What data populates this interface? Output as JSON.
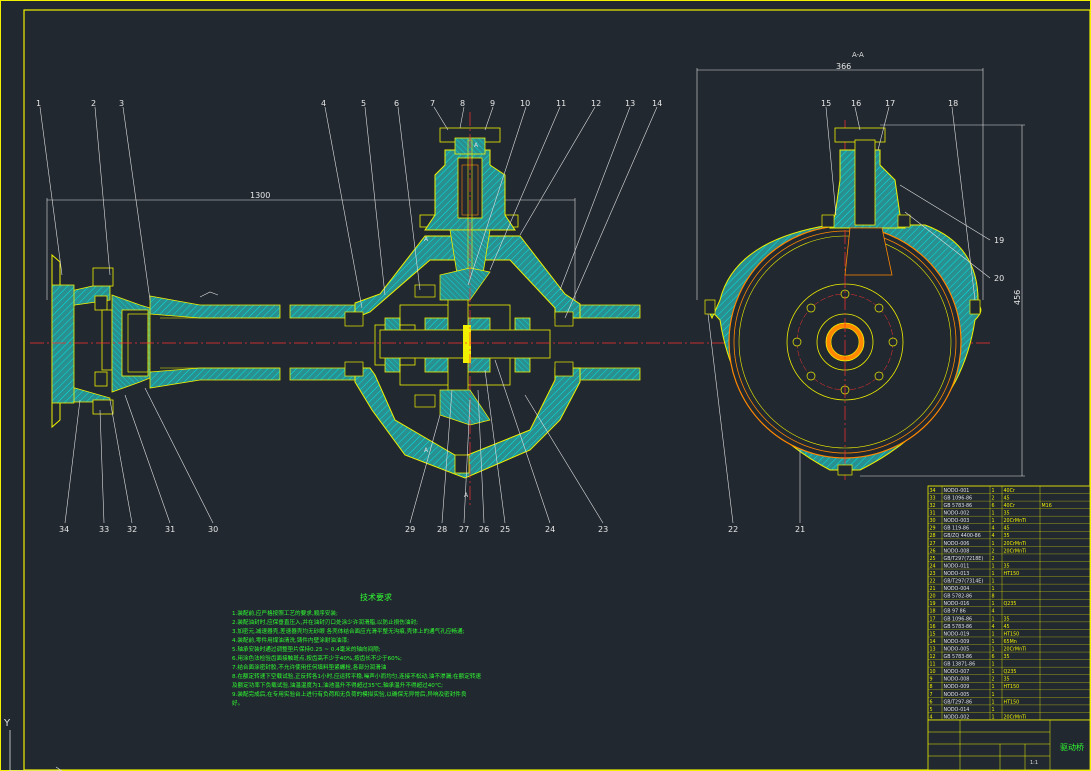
{
  "section_label": "A-A",
  "dimension_labels": {
    "top": "366",
    "length": "1300",
    "right_height": "456"
  },
  "leaders_left": [
    "1",
    "2",
    "3",
    "4",
    "5",
    "6",
    "7",
    "8",
    "9",
    "10",
    "11",
    "12",
    "13",
    "14"
  ],
  "leaders_right": [
    "15",
    "16",
    "17",
    "18"
  ],
  "leaders_bottom": [
    "34",
    "33",
    "32",
    "31",
    "30",
    "29",
    "28",
    "27",
    "26",
    "25",
    "24",
    "23"
  ],
  "leaders_misc": [
    "19",
    "20",
    "22",
    "21"
  ],
  "cut_marks": [
    "A",
    "A",
    "A",
    "A"
  ],
  "notes": {
    "heading": "技术要求",
    "lines": [
      "1.装配前,应严格按照工艺的要求,顺序安装;",
      "2.装配油封时,应保垂直压入,并在油封刃口处涂少许润滑脂,以防止损伤油封;",
      "3.加密元,减速器壳,差速器壳均无砂眼 各壳体结合面应光滑平整无沟痕,壳体上的通气孔应畅通;",
      "4.装配前,零件用煤油清洗,铸件内壁涂耐油油漆;",
      "5.轴承安装时通过调整垫片保持0.25 ~ 0.4毫米的轴向间隙;",
      "6.用涂色法检验齿面接触斑点,按齿高不少于40%,按齿长不少于60%;",
      "7.结合面涂密封胶,不允许使用任何填料垫紧螺栓,各部分润滑油",
      "8.在额定转速下空载试验,正反转各1小时,应运转平稳,噪声小而均匀,连接不松动,油不渗漏;在额定转速",
      "及额定功率下负载试验,油温温度为1,油池温升不得超过35℃,轴承温升不得超过40℃;",
      "9.装配完成后,在专用实验台上进行有负荷和无负荷的模拟实验,以确保无异常后,异响及密封件良",
      "好。"
    ]
  },
  "parts_table": {
    "rows": [
      [
        "34",
        "NODO-001",
        "1",
        "40Cr",
        ""
      ],
      [
        "33",
        "GB 1096-86",
        "2",
        "45",
        ""
      ],
      [
        "32",
        "GB 5783-86",
        "6",
        "40Cr",
        "M16"
      ],
      [
        "31",
        "NODO-002",
        "1",
        "35",
        ""
      ],
      [
        "30",
        "NODO-003",
        "1",
        "20CrMnTi",
        ""
      ],
      [
        "29",
        "GB 119-86",
        "4",
        "45",
        ""
      ],
      [
        "28",
        "GB/ZQ 4400-86",
        "4",
        "35",
        ""
      ],
      [
        "27",
        "NODO-006",
        "1",
        "20CrMnTi",
        ""
      ],
      [
        "26",
        "NODO-008",
        "2",
        "20CrMnTi",
        ""
      ],
      [
        "25",
        "GB/T297(7218E)",
        "2",
        "",
        ""
      ],
      [
        "24",
        "NODO-011",
        "1",
        "35",
        ""
      ],
      [
        "23",
        "NODO-013",
        "1",
        "HT150",
        ""
      ],
      [
        "22",
        "GB/T297(7314E)",
        "1",
        "",
        ""
      ],
      [
        "21",
        "NODO-004",
        "1",
        "",
        ""
      ],
      [
        "20",
        "GB 5782-86",
        "8",
        "",
        ""
      ],
      [
        "19",
        "NODO-016",
        "1",
        "Q235",
        ""
      ],
      [
        "18",
        "GB 97 86",
        "4",
        "",
        ""
      ],
      [
        "17",
        "GB 1096-86",
        "1",
        "35",
        ""
      ],
      [
        "16",
        "GB 5783-86",
        "4",
        "45",
        ""
      ],
      [
        "15",
        "NODO-019",
        "1",
        "HT150",
        ""
      ],
      [
        "14",
        "NODO-009",
        "1",
        "65Mn",
        ""
      ],
      [
        "13",
        "NODO-005",
        "1",
        "20CrMnTi",
        ""
      ],
      [
        "12",
        "GB 5783-86",
        "6",
        "35",
        ""
      ],
      [
        "11",
        "GB 13871-86",
        "1",
        "",
        ""
      ],
      [
        "10",
        "NODO-007",
        "1",
        "Q235",
        ""
      ],
      [
        "9",
        "NODO-008",
        "2",
        "35",
        ""
      ],
      [
        "8",
        "NODO-009",
        "1",
        "HT150",
        ""
      ],
      [
        "7",
        "NODO-005",
        "1",
        "",
        ""
      ],
      [
        "6",
        "GB/T297-86",
        "1",
        "HT150",
        ""
      ],
      [
        "5",
        "NODO-014",
        "1",
        "",
        ""
      ],
      [
        "4",
        "NODO-002",
        "1",
        "20CrMnTi",
        ""
      ]
    ],
    "title_block": {
      "title": "驱动桥",
      "scale": "1:1"
    }
  },
  "corner": {
    "y_axis": "Y"
  },
  "colors": {
    "background": "#212830",
    "outline": "#f0f000",
    "section_fill": "#2f9f9f",
    "hatch": "#00ffff",
    "centerline": "#ff3030",
    "frame": "#f0f000",
    "leader": "#e0e0e0",
    "notes": "#30ff30",
    "ring": "#ff8800"
  }
}
